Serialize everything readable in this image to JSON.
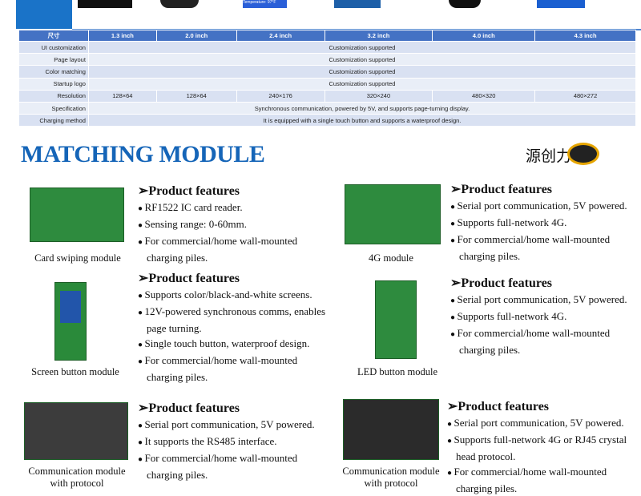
{
  "table": {
    "headers": [
      "尺寸",
      "1.3 inch",
      "2.0 inch",
      "2.4 inch",
      "3.2 inch",
      "4.0 inch",
      "4.3 inch"
    ],
    "rows": [
      {
        "label": "UI customization",
        "span": "Customization supported"
      },
      {
        "label": "Page layout",
        "span": "Customization supported"
      },
      {
        "label": "Color matching",
        "span": "Customization supported"
      },
      {
        "label": "Startup logo",
        "span": "Customization supported"
      },
      {
        "label": "Resolution",
        "cells": [
          "128×64",
          "128×64",
          "240×176",
          "320×240",
          "480×320",
          "480×272"
        ]
      },
      {
        "label": "Specification",
        "span": "Synchronous communication, powered by 5V, and supports page-turning display."
      },
      {
        "label": "Charging method",
        "span": "It is equipped with a single touch button and supports a waterproof design."
      }
    ]
  },
  "section_title": "MATCHING MODULE",
  "brand": "源创力",
  "thumb_text": "Temperature: 97°F",
  "modules": [
    {
      "caption": "Card swiping module",
      "heading": "➢Product features",
      "features": [
        "RF1522 IC card reader.",
        "Sensing range: 0-60mm.",
        "For commercial/home wall-mounted charging piles."
      ]
    },
    {
      "caption": "4G module",
      "heading": "➢Product features",
      "features": [
        "Serial port communication, 5V powered.",
        "Supports full-network 4G.",
        "For commercial/home wall-mounted charging piles."
      ]
    },
    {
      "caption": "Screen button module",
      "heading": "➢Product features",
      "features": [
        "Supports color/black-and-white screens.",
        "12V-powered synchronous comms, enables page turning.",
        "Single touch button, waterproof design.",
        "For commercial/home wall-mounted charging piles."
      ]
    },
    {
      "caption": "LED button module",
      "heading": "➢Product features",
      "features": [
        "Serial port communication, 5V powered.",
        "Supports full-network 4G.",
        "For commercial/home wall-mounted charging piles."
      ]
    },
    {
      "caption": "Communication module with protocol",
      "heading": "➢Product features",
      "features": [
        "Serial port communication, 5V powered.",
        "It supports the RS485 interface.",
        "For commercial/home wall-mounted charging piles."
      ]
    },
    {
      "caption": "Communication module with protocol",
      "heading": "➢Product features",
      "features": [
        "Serial port communication, 5V powered.",
        "Supports full-network 4G or RJ45 crystal head protocol.",
        "For commercial/home wall-mounted charging piles."
      ]
    }
  ]
}
